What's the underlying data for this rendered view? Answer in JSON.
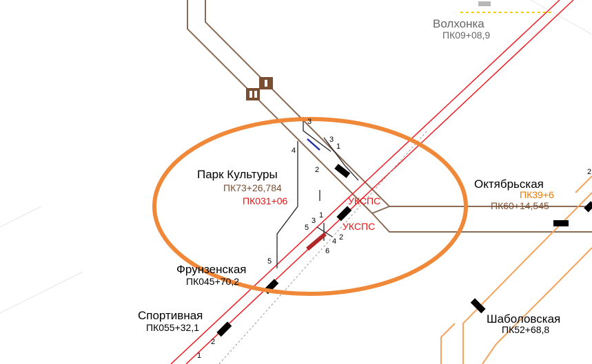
{
  "colors": {
    "background": "#ffffff",
    "red_line": "#ee1c24",
    "brown_line": "#8b6a53",
    "orange_line": "#f5a25a",
    "highlight_ellipse": "#f0883a",
    "yellow_dash": "#f2d000",
    "label_black": "#000000",
    "label_grey": "#666666",
    "label_brown": "#7a4e33",
    "label_red": "#ee1111",
    "label_orange": "#f07800",
    "platform": "#000000"
  },
  "stations": {
    "volkhonka": {
      "name": "Волхонка",
      "pk": "ПК09+08,9"
    },
    "park_kultury": {
      "name": "Парк Культуры",
      "pk1": "ПК73+26,784",
      "pk2": "ПК031+06"
    },
    "oktyabrskaya": {
      "name": "Октябрьская",
      "pk1": "ПК39+6",
      "pk2": "ПК60+14,545"
    },
    "frunzenskaya": {
      "name": "Фрунзенская",
      "pk": "ПК045+70,2"
    },
    "sportivnaya": {
      "name": "Спортивная",
      "pk": "ПК055+32,1"
    },
    "shabolovskaya": {
      "name": "Шаболовская",
      "pk": "ПК52+68,8"
    }
  },
  "tags": {
    "ukspc_top": "УКСПС",
    "ukspc_bottom": "УКСПС"
  },
  "track_numbers": {
    "n3_top": "3",
    "n3_right": "3",
    "n1_right": "1",
    "n4_left": "4",
    "n2_mid": "2",
    "n5_a": "5",
    "n3_a": "3",
    "n1_a": "1",
    "n4_b": "4",
    "n2_b": "2",
    "n6_b": "6",
    "n5_left": "5",
    "n2_sport": "2",
    "n1_sport": "1",
    "n2_edge": "2"
  },
  "icons": {
    "highlight": "highlight-ellipse",
    "platform": "station-platform-icon"
  }
}
